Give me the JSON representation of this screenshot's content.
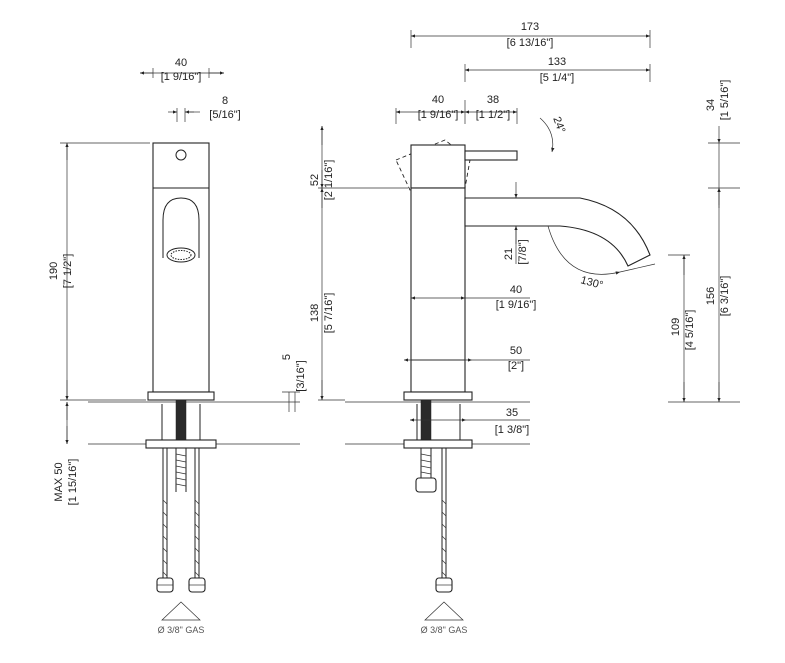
{
  "front_view": {
    "width_mm": "40",
    "width_in": "[1 9/16\"]",
    "handle_mm": "8",
    "handle_in": "[5/16\"]",
    "height_mm": "190",
    "height_in": "[7 1/2\"]",
    "base_mm": "5",
    "base_in": "[3/16\"]",
    "max_mm": "MAX 50",
    "max_in": "[1 15/16\"]",
    "gas_label": "Ø  3/8\" GAS"
  },
  "side_view": {
    "total_mm": "173",
    "total_in": "[6 13/16\"]",
    "reach_mm": "133",
    "reach_in": "[5 1/4\"]",
    "body_mm": "40",
    "body_in": "[1 9/16\"]",
    "lever_mm": "38",
    "lever_in": "[1 1/2\"]",
    "angle_lever": "24°",
    "lever_height_mm": "52",
    "lever_height_in": "[2 1/16\"]",
    "body_height_mm": "138",
    "body_height_in": "[5 7/16\"]",
    "spout_mm": "21",
    "spout_in": "[7/8\"]",
    "angle_spout": "130°",
    "body_dia_mm": "40",
    "body_dia_in": "[1 9/16\"]",
    "base_dia_mm": "50",
    "base_dia_in": "[2\"]",
    "hole_mm": "35",
    "hole_in": "[1 3/8\"]",
    "top_mm": "34",
    "top_in": "[1 5/16\"]",
    "total_h_mm": "156",
    "total_h_in": "[6 3/16\"]",
    "outlet_mm": "109",
    "outlet_in": "[4 5/16\"]",
    "gas_label": "Ø  3/8\" GAS"
  }
}
